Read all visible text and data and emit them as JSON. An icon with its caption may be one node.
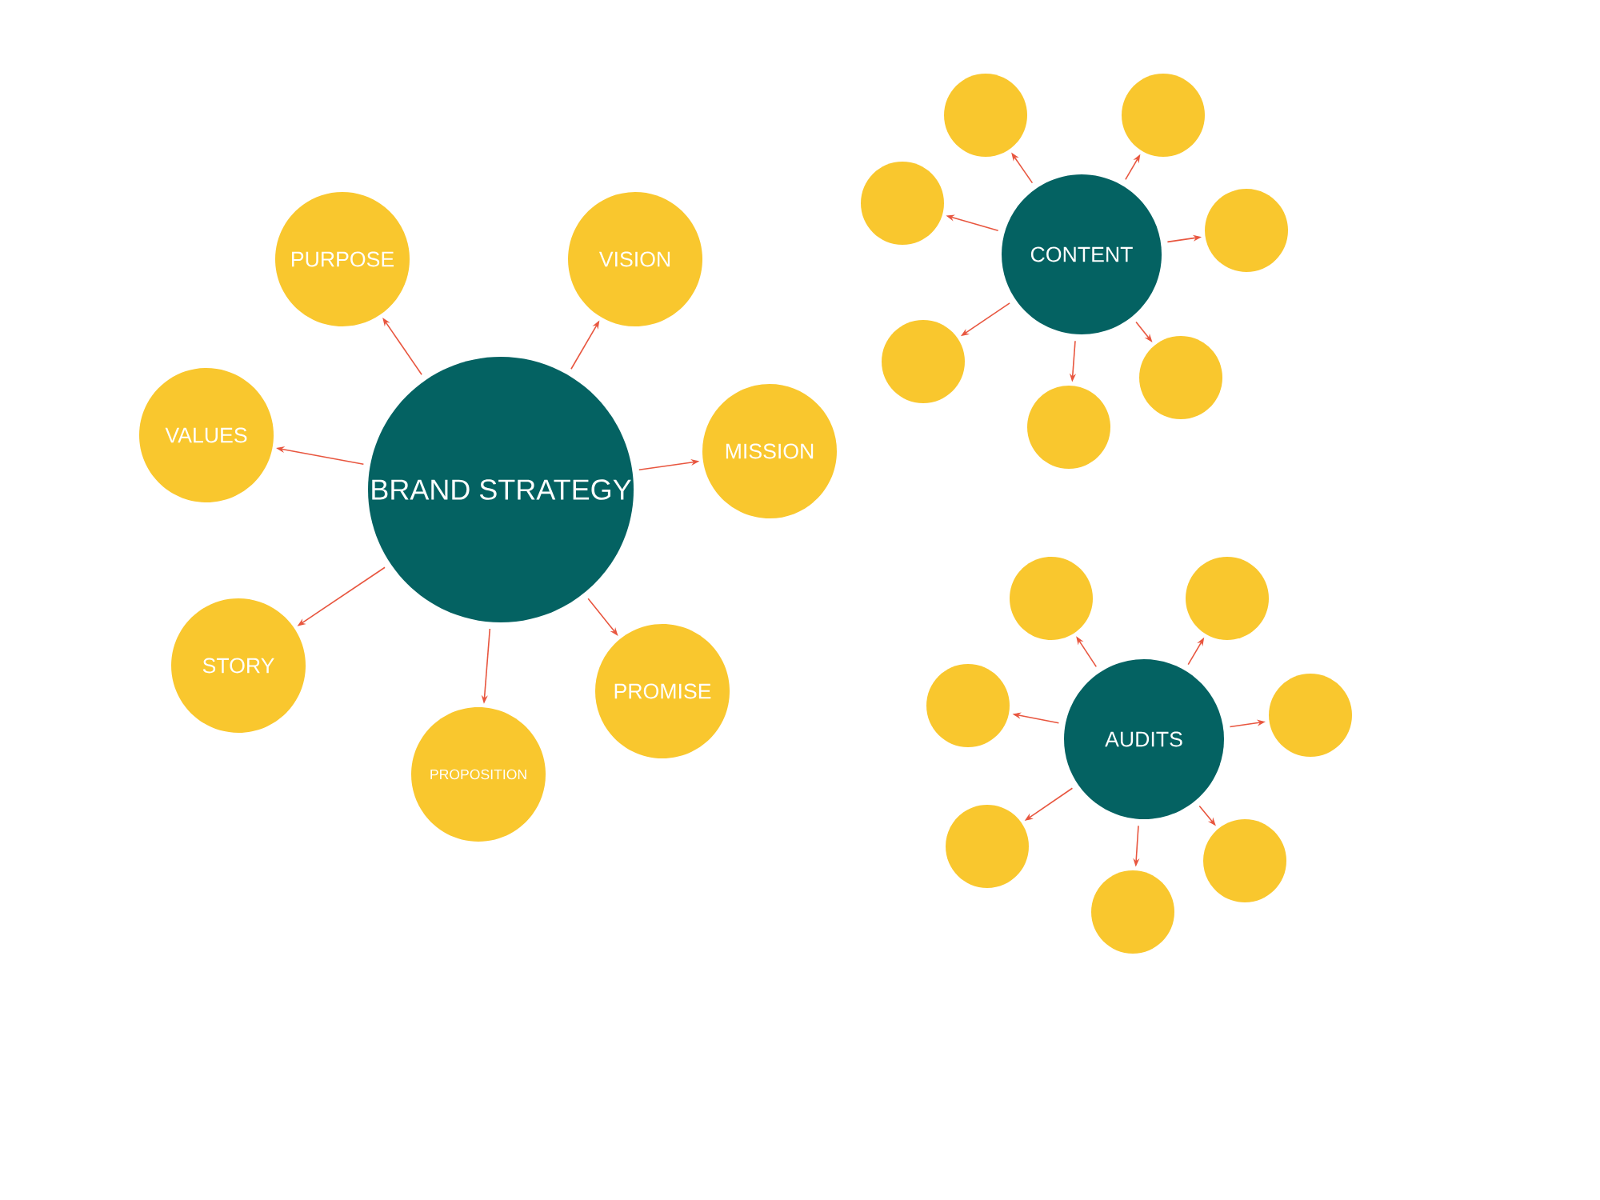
{
  "diagram": {
    "nodes": [
      {
        "text": [
          "BRAND STRATEGY"
        ]
      },
      {
        "text": [
          "PURPOSE"
        ]
      },
      {
        "text": [
          "VISION"
        ]
      },
      {
        "text": [
          "VALUES"
        ]
      },
      {
        "text": [
          "MISSION"
        ]
      },
      {
        "text": [
          "STORY"
        ]
      },
      {
        "text": [
          "PROMISE"
        ]
      },
      {
        "text": [
          "PROPOSITION"
        ]
      },
      {
        "text": [
          "CONTENT"
        ]
      },
      {
        "text": [],
        "shape": "circle"
      },
      {
        "text": [],
        "shape": "circle"
      },
      {
        "text": [],
        "shape": "circle"
      },
      {
        "text": [],
        "shape": "circle"
      },
      {
        "text": [],
        "shape": "circle"
      },
      {
        "text": [],
        "shape": "circle"
      },
      {
        "text": [],
        "shape": "circle"
      },
      {
        "text": [
          "AUDITS"
        ]
      },
      {
        "text": [],
        "shape": "circle"
      },
      {
        "text": [],
        "shape": "circle"
      },
      {
        "text": [],
        "shape": "circle"
      },
      {
        "text": [],
        "shape": "circle"
      },
      {
        "text": [],
        "shape": "circle"
      },
      {
        "text": [],
        "shape": "circle"
      },
      {
        "text": [],
        "shape": "circle"
      }
    ],
    "edges": [
      {
        "from": 0,
        "to": 1,
        "arrow": "to"
      },
      {
        "from": 0,
        "to": 2,
        "arrow": "to"
      },
      {
        "from": 0,
        "to": 3,
        "arrow": "to"
      },
      {
        "from": 0,
        "to": 4,
        "arrow": "to"
      },
      {
        "from": 0,
        "to": 5,
        "arrow": "to"
      },
      {
        "from": 0,
        "to": 6,
        "arrow": "to"
      },
      {
        "from": 0,
        "to": 7,
        "arrow": "to"
      },
      {
        "from": 8,
        "to": 9,
        "arrow": "to"
      },
      {
        "from": 8,
        "to": 10,
        "arrow": "to"
      },
      {
        "from": 8,
        "to": 11,
        "arrow": "to"
      },
      {
        "from": 8,
        "to": 12,
        "arrow": "to"
      },
      {
        "from": 8,
        "to": 13,
        "arrow": "to"
      },
      {
        "from": 8,
        "to": 14,
        "arrow": "to"
      },
      {
        "from": 8,
        "to": 15,
        "arrow": "to"
      },
      {
        "from": 16,
        "to": 17,
        "arrow": "to"
      },
      {
        "from": 16,
        "to": 18,
        "arrow": "to"
      },
      {
        "from": 16,
        "to": 19,
        "arrow": "to"
      },
      {
        "from": 16,
        "to": 20,
        "arrow": "to"
      },
      {
        "from": 16,
        "to": 21,
        "arrow": "to"
      },
      {
        "from": 16,
        "to": 22,
        "arrow": "to"
      },
      {
        "from": 16,
        "to": 23,
        "arrow": "to"
      }
    ]
  }
}
